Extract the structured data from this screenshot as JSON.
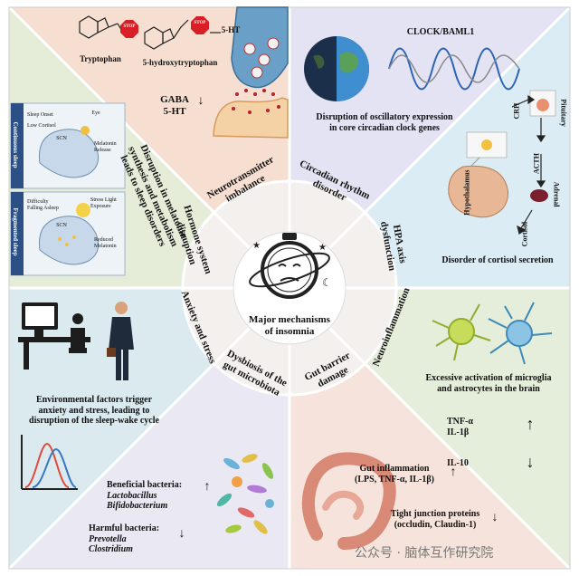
{
  "colors": {
    "top_left": "#f6dfd1",
    "top_right": "#e3e3f3",
    "right_upper": "#dcecf4",
    "right_lower": "#e5eddb",
    "bottom_right": "#f6e4dc",
    "bottom_left": "#e9e8f3",
    "left_lower": "#dbeaef",
    "left_upper": "#e5ecd8",
    "ring": "#f3f0ee"
  },
  "center": {
    "title_line1": "Major mechanisms",
    "title_line2": "of insomnia"
  },
  "sectors": {
    "neurotransmitter": {
      "line1": "Neurotransmitter",
      "line2": "imbalance"
    },
    "circadian": {
      "line1": "Circadian rhythm",
      "line2": "disorder"
    },
    "hpa": {
      "line1": "HPA axis",
      "line2": "dysfunction"
    },
    "neuroinflammation": {
      "line1": "Neuroinflammation"
    },
    "gut_barrier": {
      "line1": "Gut barrier",
      "line2": "damage"
    },
    "dysbiosis": {
      "line1": "Dysbiosis of the",
      "line2": "gut microbiota"
    },
    "anxiety": {
      "line1": "Anxiety and stress"
    },
    "hormone": {
      "line1": "Hormone system",
      "line2": "disruption"
    }
  },
  "neuro_panel": {
    "tryptophan": "Tryptophan",
    "five_htp": "5-hydroxytryptophan",
    "five_ht": "5-HT",
    "stop": "STOP",
    "gaba": "GABA",
    "gaba_5ht": "5-HT",
    "down_arrow": "↓"
  },
  "circadian_panel": {
    "gene_label": "CLOCK/BAML1",
    "caption_line1": "Disruption of oscillatory expression",
    "caption_line2": "in core circadian clock genes"
  },
  "hpa_panel": {
    "crh": "CRH",
    "pituitary": "Pituitary",
    "acth": "ACTH",
    "hypothalamus": "Hypothalamus",
    "adrenal": "Adrenal",
    "cortisol": "Cortisol",
    "caption": "Disorder of cortisol secretion"
  },
  "neuroinflam_panel": {
    "caption_line1": "Excessive activation of microglia",
    "caption_line2": "and astrocytes in the brain",
    "tnf": "TNF-α",
    "il1b": "IL-1β",
    "il10": "IL-10",
    "up": "↑",
    "down": "↓"
  },
  "gut_panel": {
    "inflam_line1": "Gut inflammation",
    "inflam_line2": "(LPS, TNF-α, IL-1β)",
    "tj_line1": "Tight junction proteins",
    "tj_line2": "(occludin, Claudin-1)",
    "up": "↑",
    "down": "↓"
  },
  "microbiota_panel": {
    "beneficial": "Beneficial bacteria:",
    "b1": "Lactobacillus",
    "b2": "Bifidobacterium",
    "harmful": "Harmful bacteria:",
    "h1": "Prevotella",
    "h2": "Clostridium",
    "up": "↑",
    "down": "↓"
  },
  "anxiety_panel": {
    "line1": "Environmental factors trigger",
    "line2": "anxiety and stress, leading to",
    "line3": "disruption of the sleep-wake cycle"
  },
  "hormone_panel": {
    "caption_line1": "Disruption in melatonin",
    "caption_line2": "synthesis and metabolism",
    "caption_line3": "leads to sleep disorders",
    "continuous": "Continuous sleep",
    "fragmented": "Fragmented sleep",
    "eye": "Eye",
    "scn1": "SCN",
    "scn2": "SCN",
    "sleep_onset": "Sleep Onset",
    "low_cortisol": "Low Cortisol",
    "melatonin_release": "Melatonin Release",
    "difficulty": "Difficulty Falling Asleep",
    "stress_light": "Stress Light Exposure",
    "reduced_melatonin": "Reduced Melatonin"
  },
  "watermark": "公众号 · 脑体互作研究院"
}
